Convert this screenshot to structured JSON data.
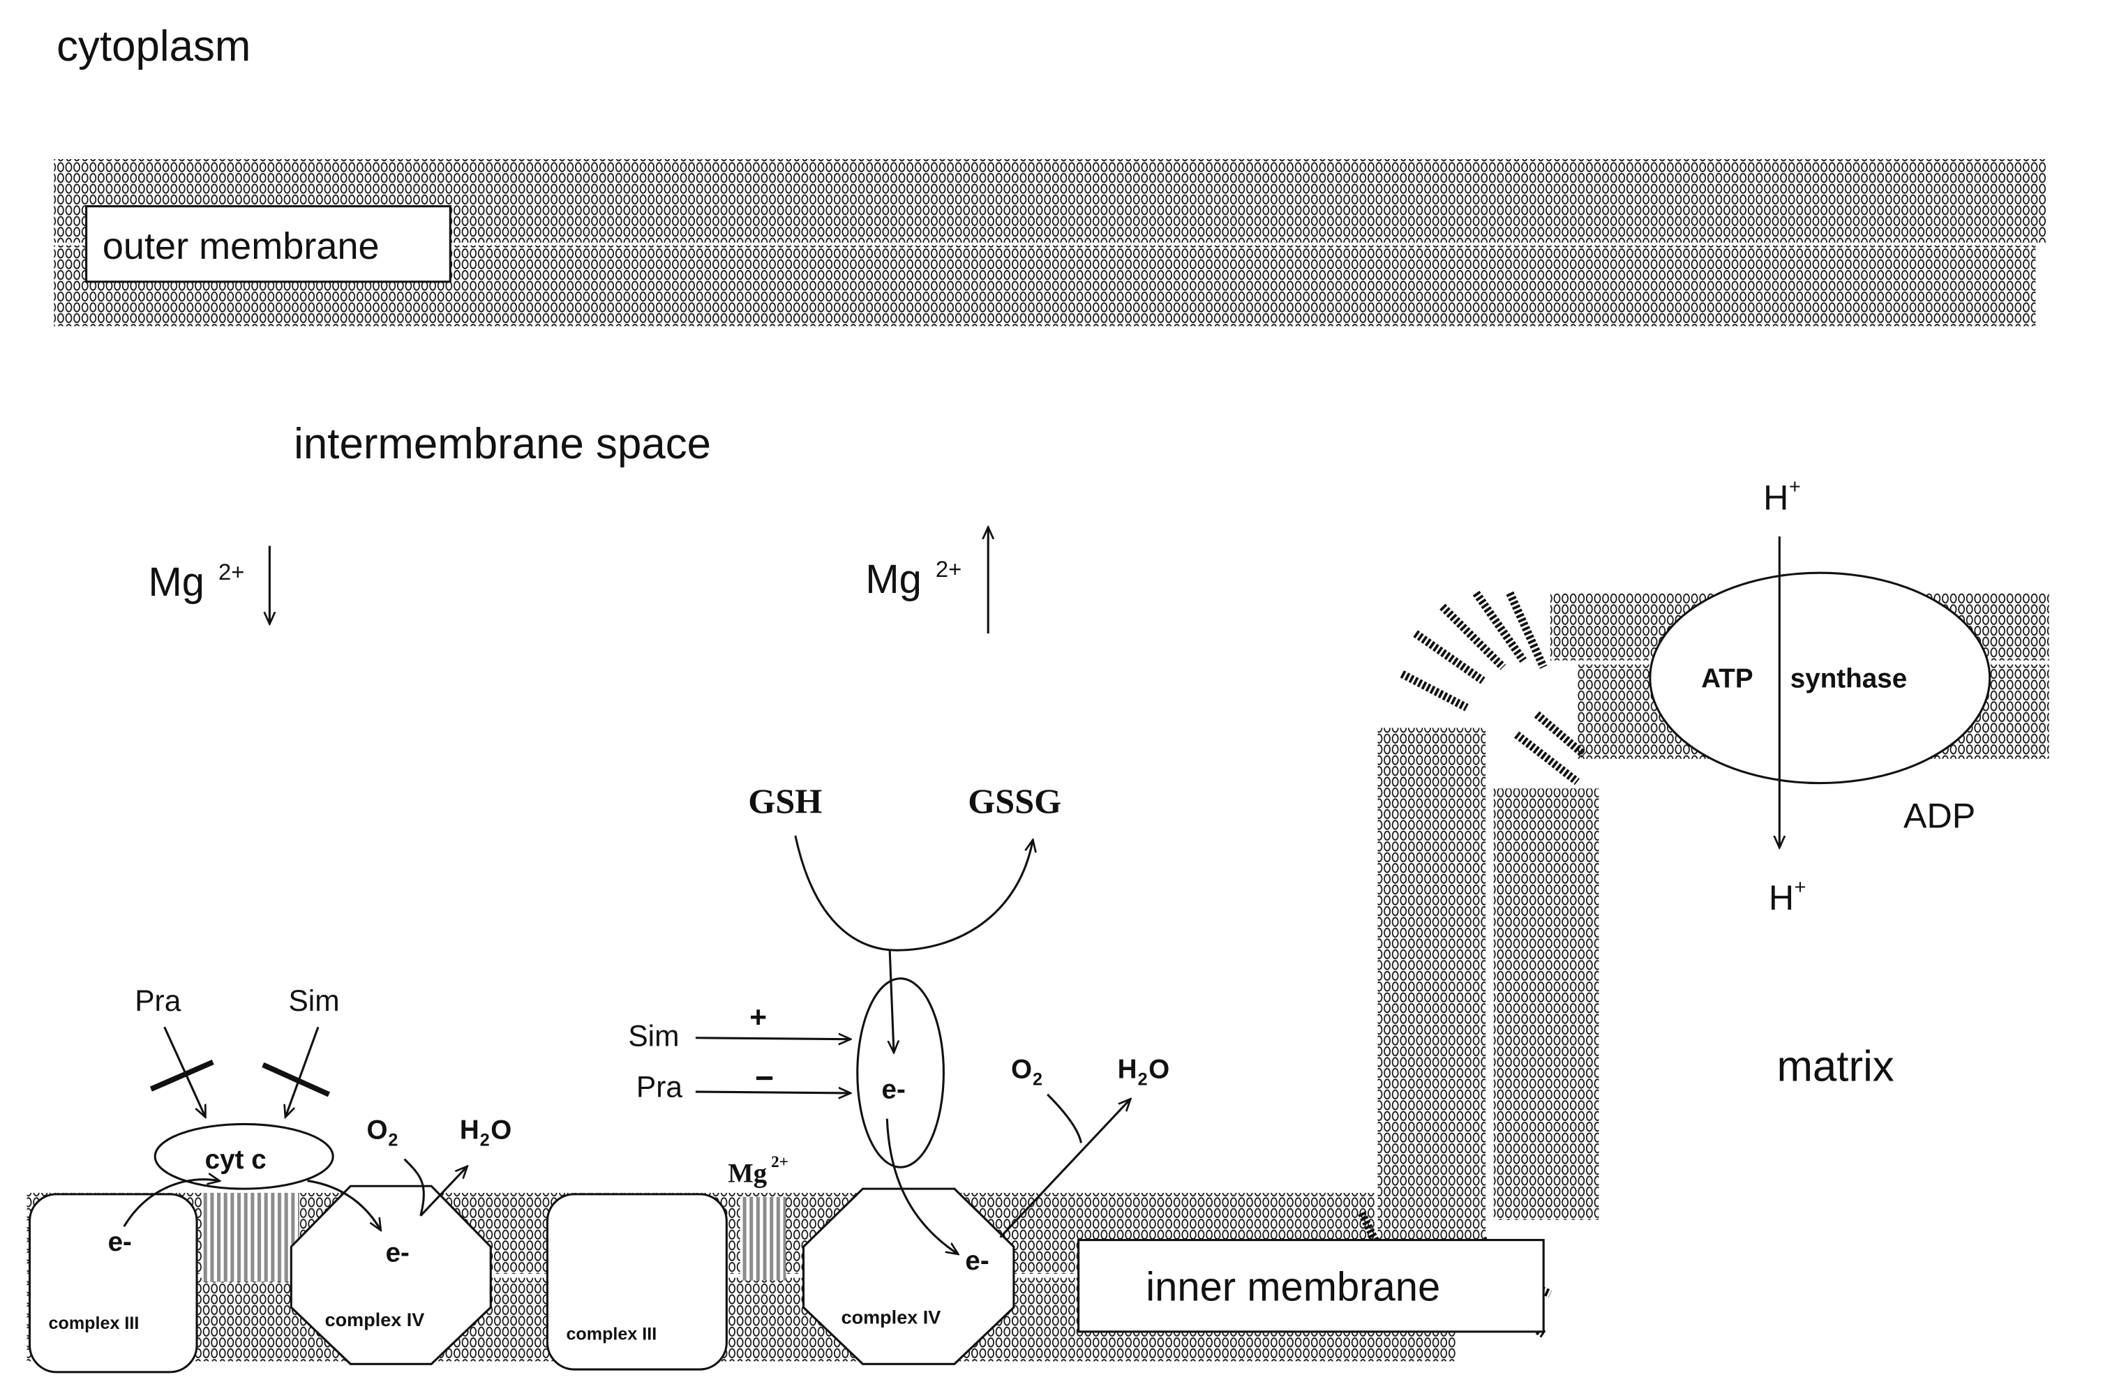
{
  "regions": {
    "cytoplasm": "cytoplasm",
    "outer_membrane": "outer membrane",
    "intermembrane_space": "intermembrane space",
    "inner_membrane": "inner membrane",
    "matrix": "matrix"
  },
  "magnesium": {
    "symbol": "Mg",
    "charge": "2+",
    "left_direction": "down",
    "right_direction": "up"
  },
  "atp_synthase": {
    "word1": "ATP",
    "word2": "synthase",
    "proton_top": "H",
    "proton_bottom": "H",
    "proton_charge": "+",
    "adp": "ADP"
  },
  "glutathione": {
    "reduced": "GSH",
    "oxidized": "GSSG"
  },
  "drugs": {
    "pra": "Pra",
    "sim": "Sim",
    "sim_effect": "+",
    "pra_effect": "−"
  },
  "electron": "e-",
  "cyt_c": "cyt c",
  "oxygen": {
    "symbol": "O",
    "sub": "2"
  },
  "water": {
    "h": "H",
    "sub": "2",
    "o": "O"
  },
  "complexes": {
    "c3_left": "complex III",
    "c4_left": "complex IV",
    "c3_right": "complex III",
    "c4_right": "complex IV"
  }
}
